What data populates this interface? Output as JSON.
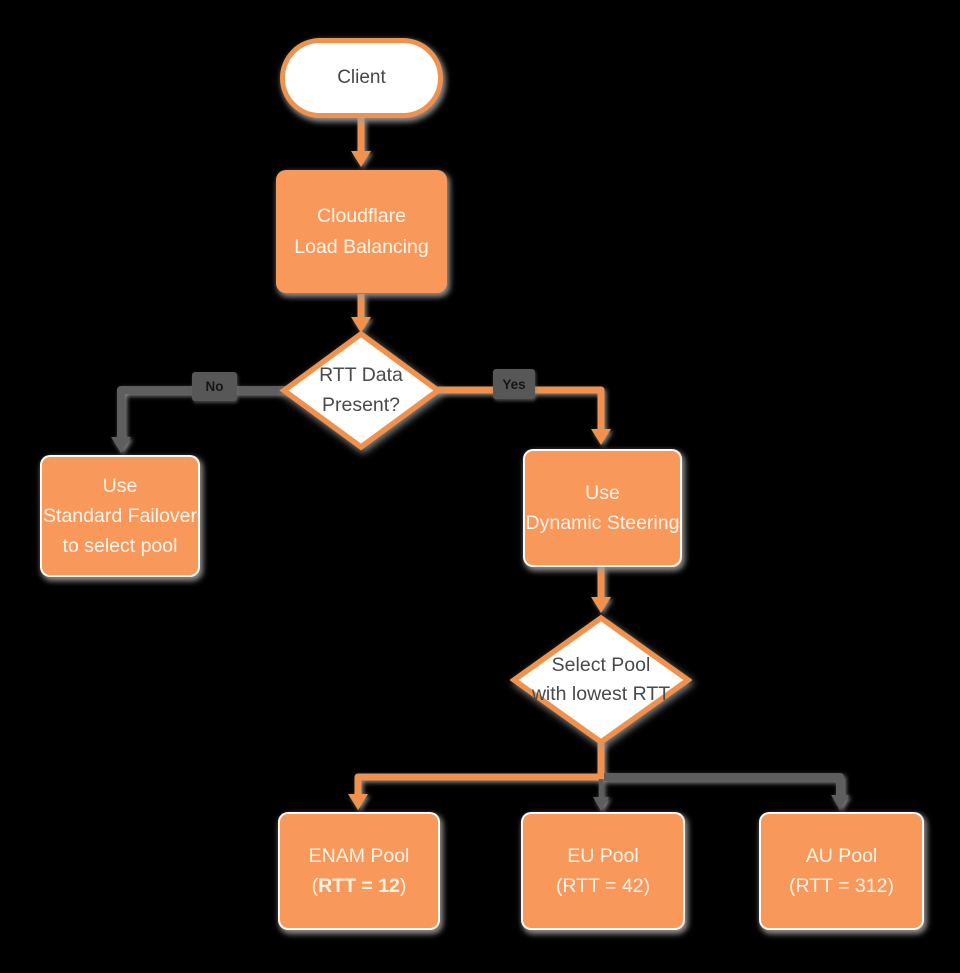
{
  "colors": {
    "background": "#000000",
    "node_fill": "#F8995B",
    "node_stroke": "#F0924E",
    "connector_gray": "#5E5E5E",
    "edge_label_bg": "#575757",
    "edge_label_text": "#161616",
    "light_text": "#FDF5EC",
    "dark_text": "#4A4A4A",
    "white_fill": "#FFFFFF",
    "shadow": "#9E9E9E"
  },
  "nodes": {
    "client": {
      "label": "Client"
    },
    "load_balancer": {
      "lines": [
        "Cloudflare",
        "Load Balancing"
      ]
    },
    "rtt_decision": {
      "lines": [
        "RTT Data",
        "Present?"
      ]
    },
    "standard_failover": {
      "lines": [
        "Use",
        "Standard Failover",
        "to select pool"
      ]
    },
    "dynamic_steering": {
      "lines": [
        "Use",
        "Dynamic Steering"
      ]
    },
    "select_pool": {
      "lines": [
        "Select Pool",
        "with lowest RTT"
      ]
    },
    "enam_pool": {
      "name": "ENAM Pool",
      "rtt_open": "(",
      "rtt_value": "RTT = 12",
      "rtt_close": ")"
    },
    "eu_pool": {
      "name": "EU Pool",
      "rtt": "(RTT = 42)"
    },
    "au_pool": {
      "name": "AU Pool",
      "rtt": "(RTT = 312)"
    }
  },
  "edges": {
    "no_label": "No",
    "yes_label": "Yes"
  }
}
